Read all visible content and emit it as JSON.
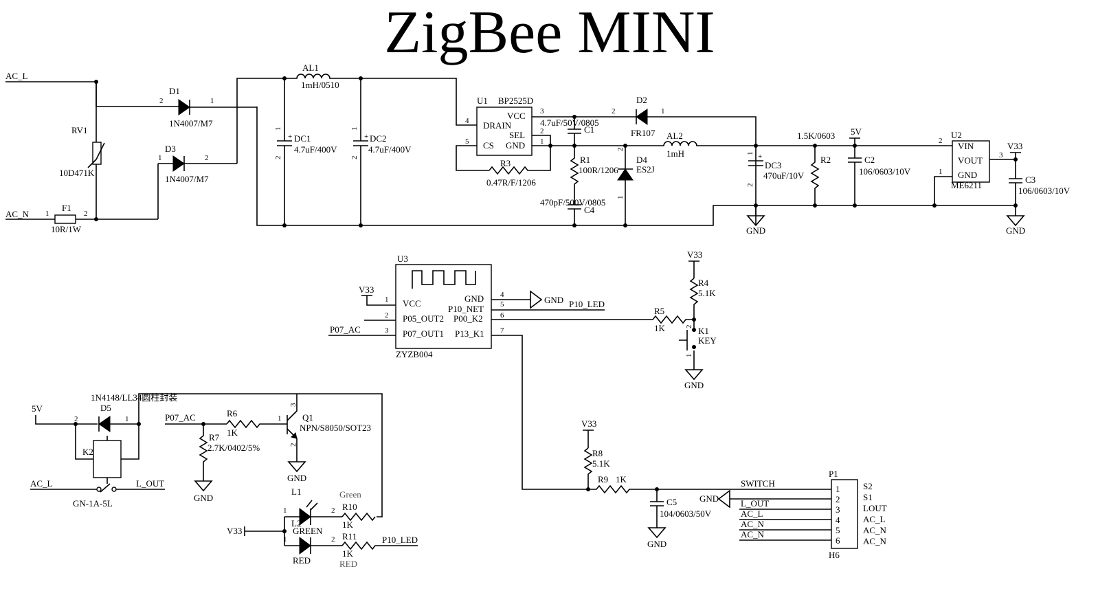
{
  "title": "ZigBee MINI",
  "nets": {
    "ac_l": "AC_L",
    "ac_n": "AC_N",
    "gnd": "GND",
    "v5": "5V",
    "v33": "V33",
    "p07_ac": "P07_AC",
    "p10_led": "P10_LED",
    "l_out": "L_OUT",
    "switch": "SWITCH",
    "ac_l_u": "AC_L",
    "ac_n_u": "AC_N"
  },
  "components": {
    "d1": {
      "ref": "D1",
      "value": "1N4007/M7",
      "p1": "1",
      "p2": "2"
    },
    "d3": {
      "ref": "D3",
      "value": "1N4007/M7",
      "p1": "1",
      "p2": "2"
    },
    "rv1": {
      "ref": "RV1",
      "value": "10D471K"
    },
    "f1": {
      "ref": "F1",
      "value": "10R/1W",
      "p1": "1",
      "p2": "2"
    },
    "al1": {
      "ref": "AL1",
      "value": "1mH/0510"
    },
    "dc1": {
      "ref": "DC1",
      "value": "4.7uF/400V",
      "p1": "1",
      "p2": "2"
    },
    "dc2": {
      "ref": "DC2",
      "value": "4.7uF/400V",
      "p1": "1",
      "p2": "2"
    },
    "u1": {
      "ref": "U1",
      "value": "BP2525D",
      "pins": [
        "VCC",
        "DRAIN",
        "SEL",
        "CS",
        "GND"
      ],
      "nums": [
        "3",
        "4",
        "2",
        "5",
        "1"
      ]
    },
    "c1": {
      "ref": "C1",
      "value": "4.7uF/50V/0805"
    },
    "r3": {
      "ref": "R3",
      "value": "0.47R/F/1206"
    },
    "r1": {
      "ref": "R1",
      "value": "100R/1206"
    },
    "c4": {
      "ref": "C4",
      "value": "470pF/500V/0805"
    },
    "d2": {
      "ref": "D2",
      "value": "FR107",
      "p1": "1",
      "p2": "2"
    },
    "d4": {
      "ref": "D4",
      "value": "ES2J",
      "p1": "1",
      "p2": "2"
    },
    "al2": {
      "ref": "AL2",
      "value": "1mH"
    },
    "dc3": {
      "ref": "DC3",
      "value": "470uF/10V",
      "p1": "1",
      "p2": "2"
    },
    "r2": {
      "ref": "R2",
      "value": "1.5K/0603"
    },
    "c2": {
      "ref": "C2",
      "value": "106/0603/10V"
    },
    "u2": {
      "ref": "U2",
      "value": "ME6211",
      "pins": [
        "VIN",
        "VOUT",
        "GND"
      ],
      "nums": [
        "2",
        "3",
        "1"
      ]
    },
    "c3": {
      "ref": "C3",
      "value": "106/0603/10V"
    },
    "u3": {
      "ref": "U3",
      "value": "ZYZB004",
      "left_pins": [
        "VCC",
        "P05_OUT2",
        "P07_OUT1"
      ],
      "left_nums": [
        "1",
        "2",
        "3"
      ],
      "right_pins": [
        "GND",
        "P10_NET",
        "P00_K2",
        "P13_K1"
      ],
      "right_nums": [
        "4",
        "5",
        "6",
        "7"
      ]
    },
    "r4": {
      "ref": "R4",
      "value": "5.1K"
    },
    "r5": {
      "ref": "R5",
      "value": "1K"
    },
    "k1": {
      "ref": "K1",
      "value": "KEY",
      "p1": "1",
      "p2": "2"
    },
    "d5": {
      "ref": "D5",
      "value": "1N4148/LL34圆柱封装",
      "p1": "1",
      "p2": "2"
    },
    "k2": {
      "ref": "K2",
      "value": "GN-1A-5L"
    },
    "r6": {
      "ref": "R6",
      "value": "1K"
    },
    "r7": {
      "ref": "R7",
      "value": "2.7K/0402/5%"
    },
    "q1": {
      "ref": "Q1",
      "value": "NPN/S8050/SOT23",
      "p1": "1",
      "p2": "2",
      "p3": "3"
    },
    "r8": {
      "ref": "R8",
      "value": "5.1K"
    },
    "r9": {
      "ref": "R9",
      "value": "1K"
    },
    "c5": {
      "ref": "C5",
      "value": "104/0603/50V"
    },
    "l1": {
      "ref": "L1",
      "label": "Green"
    },
    "l2": {
      "ref": "L2",
      "value": "GREEN",
      "label": "RED"
    },
    "r10": {
      "ref": "R10",
      "value": "1K"
    },
    "r11": {
      "ref": "R11",
      "value": "1K"
    },
    "led_red": "RED",
    "p1": {
      "ref": "P1",
      "value": "H6",
      "nums": [
        "1",
        "2",
        "3",
        "4",
        "5",
        "6"
      ],
      "pins": [
        "S2",
        "S1",
        "LOUT",
        "AC_L",
        "AC_N",
        "AC_N"
      ]
    }
  }
}
